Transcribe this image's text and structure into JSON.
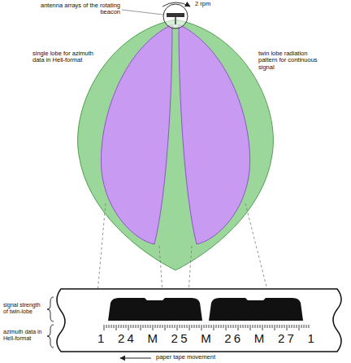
{
  "diagram": {
    "labels": [
      "antenna arrays of the rotating beacon",
      "2 rpm",
      "single lobe for azimuth data in Hell-format",
      "twin lobe radiation pattern for continuous signal",
      "signal strength of twin-lobe",
      "azimuth data in Hell-format",
      "1 24 M 25 M 26 M 27 1",
      "paper tape movement"
    ]
  }
}
